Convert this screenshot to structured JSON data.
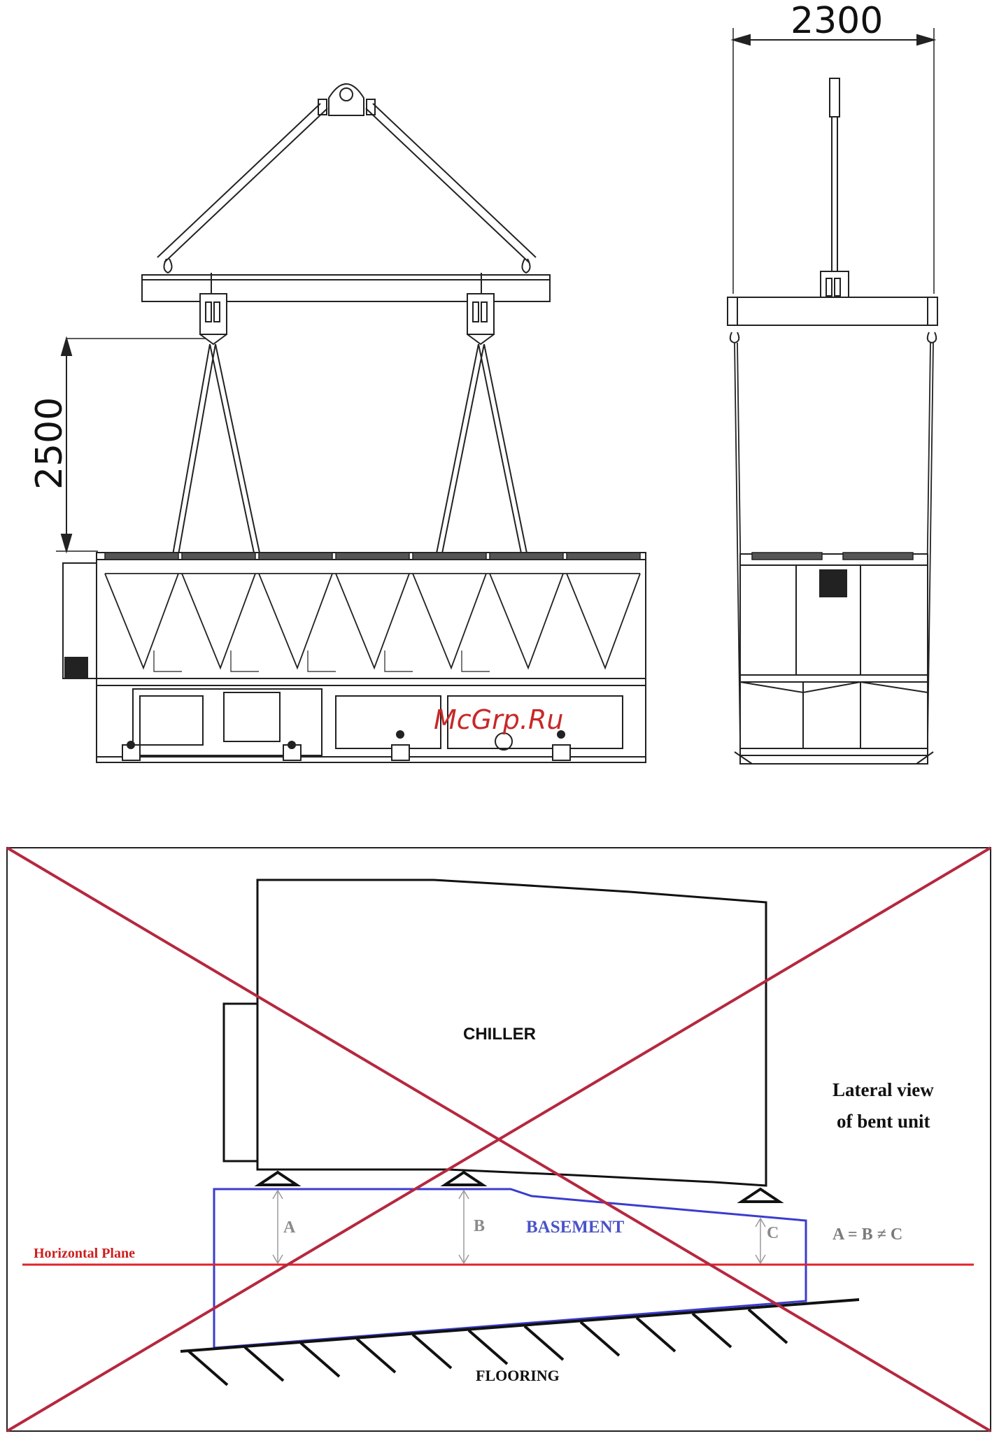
{
  "top_drawing": {
    "width_dimension": "2300",
    "height_dimension": "2500",
    "watermark": "McGrp.Ru"
  },
  "bottom_diagram": {
    "chiller_label": "CHILLER",
    "lateral_view_line1": "Lateral view",
    "lateral_view_line2": "of bent unit",
    "horizontal_plane_label": "Horizontal Plane",
    "basement_label": "BASEMENT",
    "flooring_label": "FLOORING",
    "label_a": "A",
    "label_b": "B",
    "label_c": "C",
    "equation": "A = B ≠ C",
    "colors": {
      "cross": "#b5283f",
      "horizontal_plane": "#e0232a",
      "basement": "#3a3ccf",
      "measure": "#9a9a9a"
    }
  }
}
